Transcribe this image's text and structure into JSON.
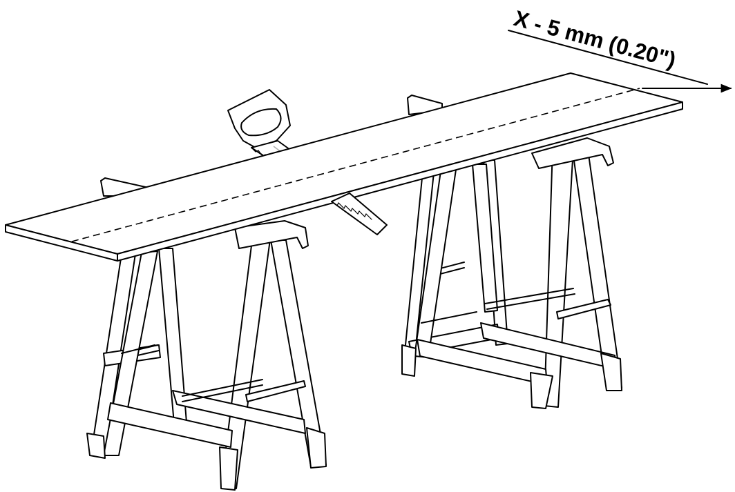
{
  "figure": {
    "dimension_label": "X - 5 mm (0.20\")"
  },
  "objects": {
    "board": "board",
    "saw": "hand-saw",
    "sawhorses": [
      "left-sawhorse",
      "right-sawhorse"
    ],
    "cut_line_style": "dashed"
  }
}
